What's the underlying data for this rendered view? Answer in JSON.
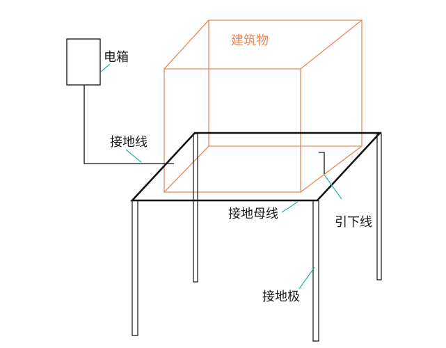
{
  "labels": {
    "electric_box": "电箱",
    "building": "建筑物",
    "ground_wire": "接地线",
    "ground_busbar": "接地母线",
    "down_conductor": "引下线",
    "ground_electrode": "接地极"
  },
  "colors": {
    "building": "#e8875b",
    "structure": "#111111",
    "leader": "#19b5a6",
    "text": "#1a1a1a"
  }
}
